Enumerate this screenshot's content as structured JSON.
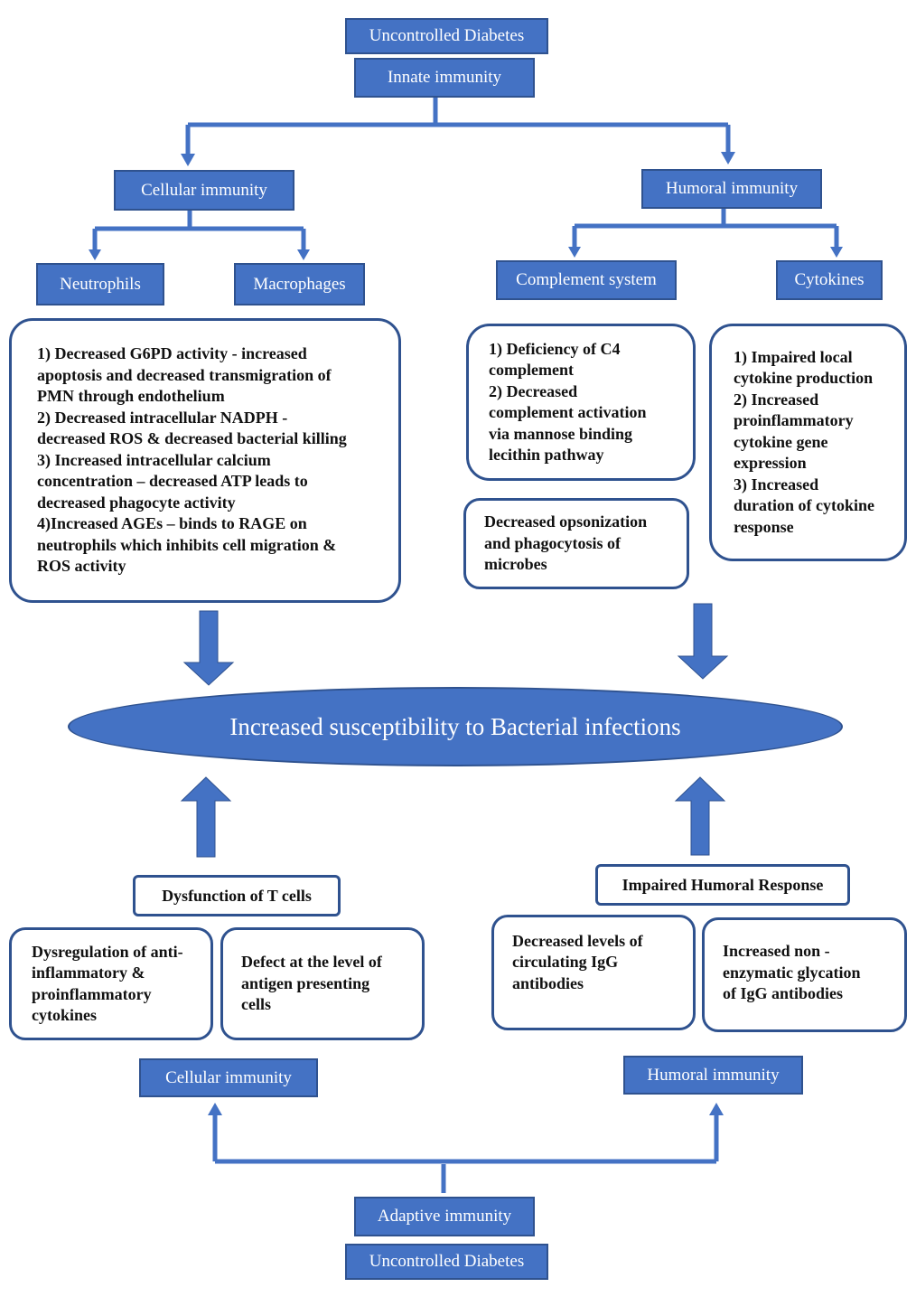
{
  "colors": {
    "primary": "#4472c4",
    "border": "#2f528f",
    "text_dark": "#111111"
  },
  "top": {
    "diabetes": "Uncontrolled Diabetes",
    "innate": "Innate immunity",
    "cellular": "Cellular immunity",
    "humoral": "Humoral immunity",
    "neutrophils": "Neutrophils",
    "macrophages": "Macrophages",
    "complement": "Complement system",
    "cytokines": "Cytokines",
    "cellular_effects": [
      "1) Decreased G6PD activity - increased",
      "apoptosis and decreased transmigration of",
      "PMN through endothelium",
      "2) Decreased intracellular NADPH -",
      "decreased ROS & decreased bacterial killing",
      "3) Increased intracellular calcium",
      "concentration – decreased ATP leads to",
      "decreased phagocyte activity",
      "4)Increased AGEs – binds to RAGE on",
      "neutrophils which inhibits cell migration &",
      "ROS activity"
    ],
    "complement_effects": [
      "1) Deficiency of C4",
      "complement",
      "2) Decreased",
      "complement activation",
      "via mannose binding",
      "lecithin pathway"
    ],
    "opsonization": [
      "Decreased opsonization",
      "and phagocytosis of",
      "microbes"
    ],
    "cytokine_effects": [
      "1) Impaired local",
      "cytokine production",
      "2) Increased",
      "proinflammatory",
      "cytokine gene",
      "expression",
      "3) Increased",
      "duration of cytokine",
      "response"
    ]
  },
  "center": {
    "outcome": "Increased susceptibility to Bacterial infections"
  },
  "bottom": {
    "t_cells": "Dysfunction of T cells",
    "humoral_response": "Impaired Humoral Response",
    "dysregulation": [
      "Dysregulation of anti-",
      "inflammatory &",
      "proinflammatory",
      "cytokines"
    ],
    "apc_defect": [
      "Defect at the level of",
      "antigen presenting",
      "cells"
    ],
    "igg_levels": [
      "Decreased levels of",
      "circulating IgG",
      "antibodies"
    ],
    "glycation": [
      "Increased non -",
      "enzymatic glycation",
      "of IgG antibodies"
    ],
    "cellular": "Cellular immunity",
    "humoral": "Humoral immunity",
    "adaptive": "Adaptive immunity",
    "diabetes": "Uncontrolled Diabetes"
  }
}
